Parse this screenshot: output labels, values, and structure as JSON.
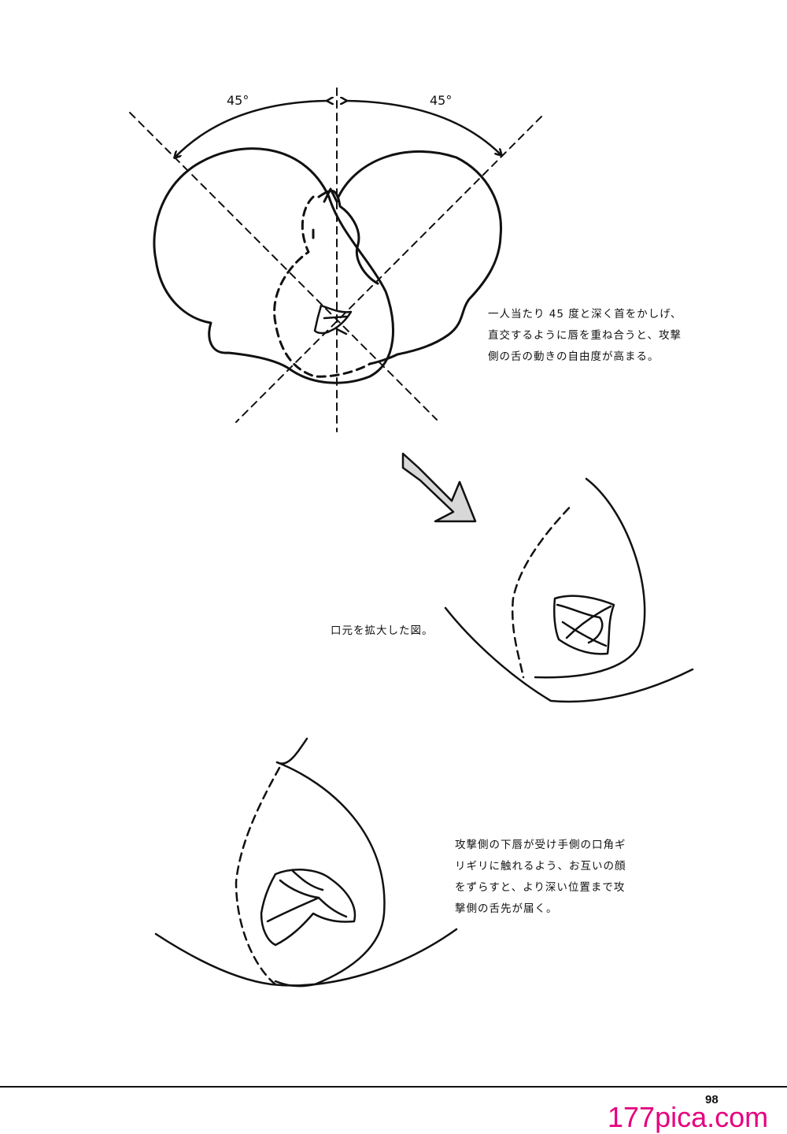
{
  "diagram": {
    "angle_left": "45°",
    "angle_right": "45°"
  },
  "captions": {
    "tilt": "一人当たり 45 度と深く首をかしげ、\n直交するように唇を重ね合うと、攻撃\n側の舌の動きの自由度が高まる。",
    "closeup": "口元を拡大した図。",
    "depth": "攻撃側の下唇が受け手側の口角ギ\nリギリに触れるよう、お互いの顔\nをずらすと、より深い位置まで攻\n撃側の舌先が届く。"
  },
  "footer": {
    "page_number": "98",
    "watermark": "177pica.com"
  },
  "colors": {
    "line": "#111111",
    "arrow_fill": "#d8d8d8",
    "watermark": "#e6007e"
  }
}
